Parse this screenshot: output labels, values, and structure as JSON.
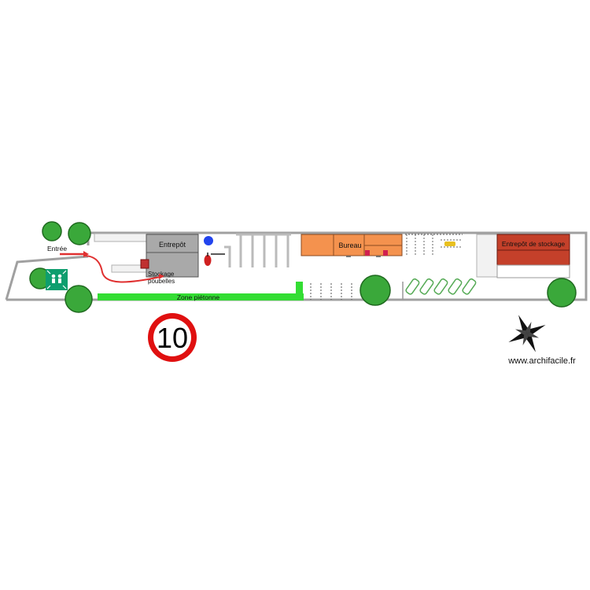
{
  "labels": {
    "entree": "Entrée",
    "entrepot": "Entrepôt",
    "stockage_line1": "Stockage",
    "stockage_line2": "poubelles",
    "bureau": "Bureau",
    "entrepot_stockage": "Entrepôt de stockage",
    "zone_pietonne": "Zone piétonne",
    "speed_limit": "10",
    "website": "www.archifacile.fr"
  },
  "colors": {
    "background": "#ffffff",
    "outline": "#a0a0a0",
    "warehouse_fill": "#a9a9a9",
    "office_fill": "#f4924e",
    "storage_fill": "#c4402a",
    "pedestrian_zone": "#33dd33",
    "entry_arrow": "#e03030",
    "tree": "#3aa83a",
    "speed_ring": "#e01010",
    "assembly_sign": "#0e9e6e"
  },
  "icons": {
    "trees": "tree-icon",
    "assembly_point": "assembly-point-icon",
    "compass": "compass-rose-icon",
    "speed_sign": "speed-limit-sign-icon",
    "extinguisher": "fire-extinguisher-icon",
    "water_point": "water-point-icon",
    "vehicles": "vehicle-icon"
  }
}
